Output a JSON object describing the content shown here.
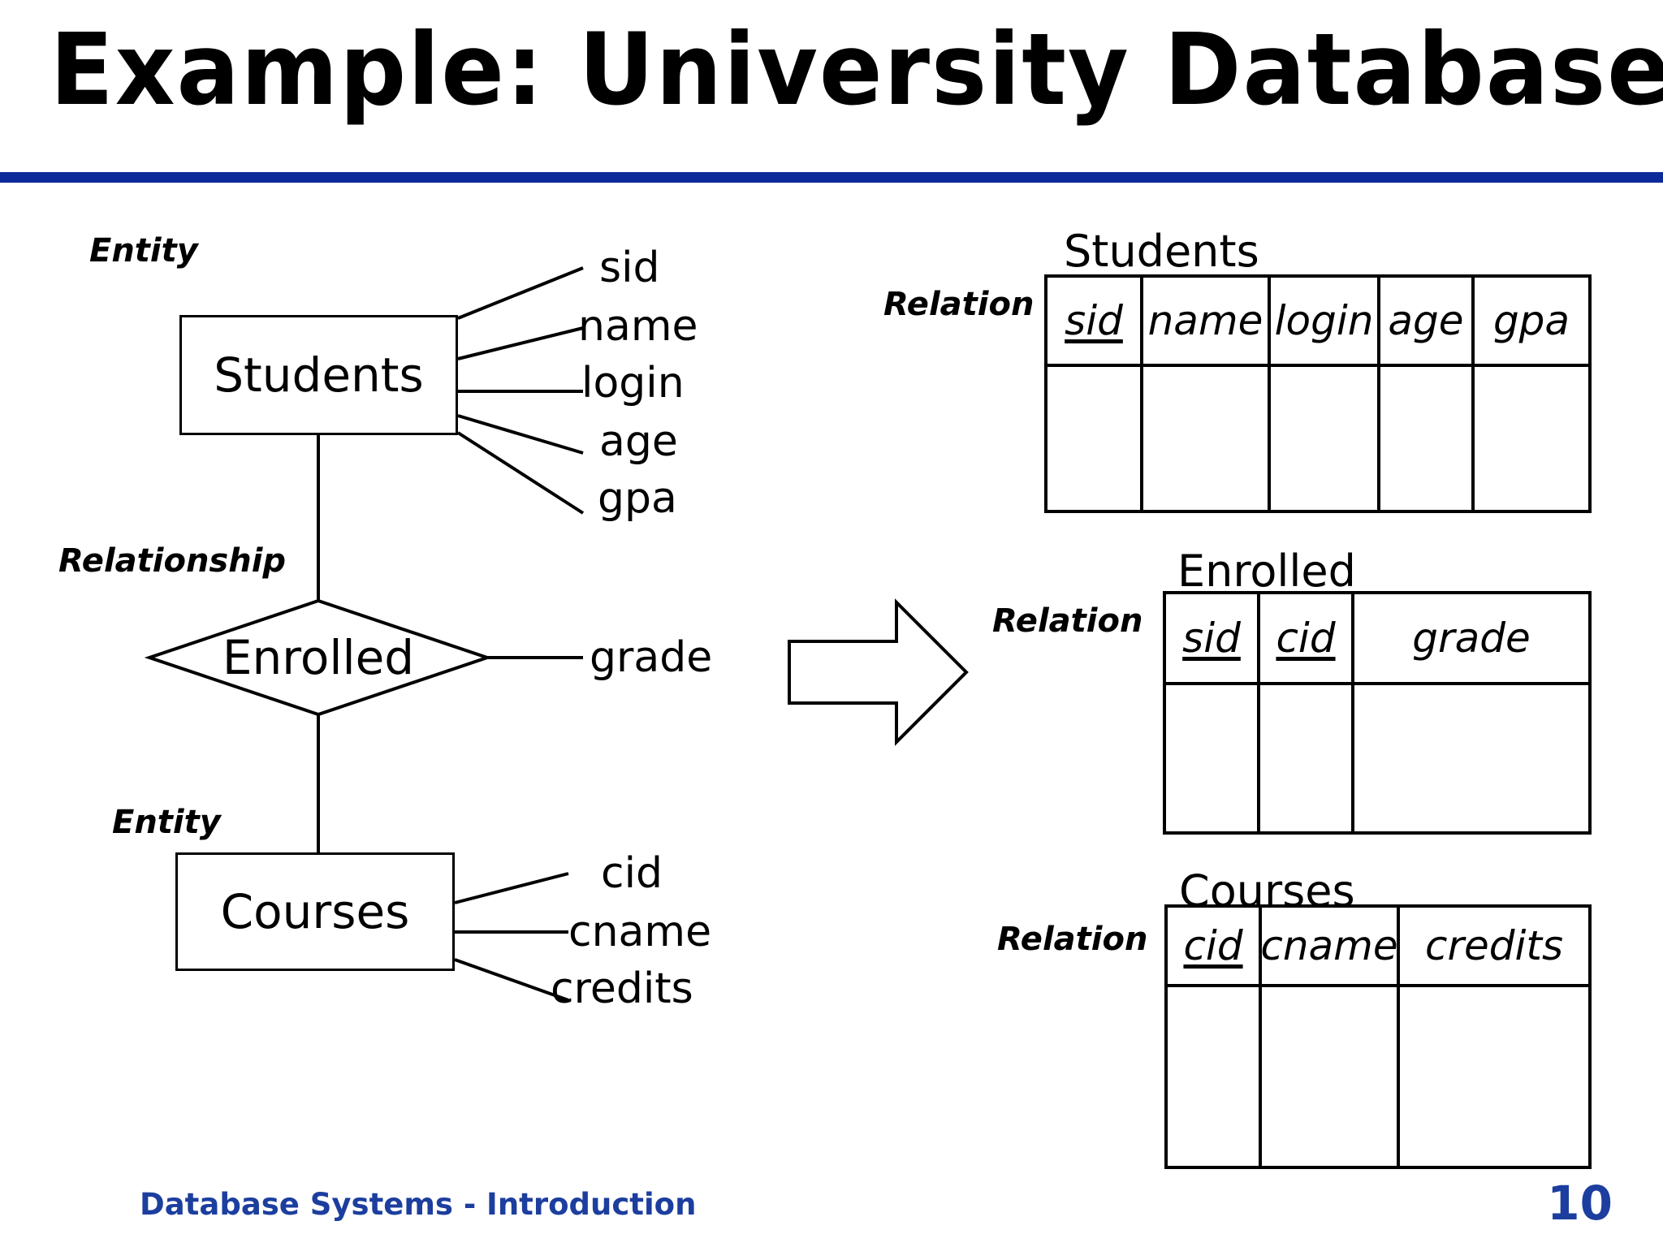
{
  "slide": {
    "title": "Example: University Database",
    "rule_color": "#0d2a9b",
    "footer": "Database Systems - Introduction",
    "page_number": "10"
  },
  "er_diagram": {
    "annotations": {
      "entity_top": "Entity",
      "relationship": "Relationship",
      "entity_bottom": "Entity"
    },
    "students_entity": {
      "name": "Students",
      "attributes": [
        "sid",
        "name",
        "login",
        "age",
        "gpa"
      ]
    },
    "enrolled_relationship": {
      "name": "Enrolled",
      "attributes": [
        "grade"
      ]
    },
    "courses_entity": {
      "name": "Courses",
      "attributes": [
        "cid",
        "cname",
        "credits"
      ]
    }
  },
  "arrow": {
    "name": "translation-arrow",
    "direction": "right"
  },
  "relations": {
    "label": "Relation",
    "tables": [
      {
        "caption": "Students",
        "columns": [
          {
            "label": "sid",
            "key": true
          },
          {
            "label": "name",
            "key": false
          },
          {
            "label": "login",
            "key": false
          },
          {
            "label": "age",
            "key": false
          },
          {
            "label": "gpa",
            "key": false
          }
        ],
        "rows": []
      },
      {
        "caption": "Enrolled",
        "columns": [
          {
            "label": "sid",
            "key": true
          },
          {
            "label": "cid",
            "key": true
          },
          {
            "label": "grade",
            "key": false
          }
        ],
        "rows": []
      },
      {
        "caption": "Courses",
        "columns": [
          {
            "label": "cid",
            "key": true
          },
          {
            "label": "cname",
            "key": false
          },
          {
            "label": "credits",
            "key": false
          }
        ],
        "rows": []
      }
    ]
  }
}
